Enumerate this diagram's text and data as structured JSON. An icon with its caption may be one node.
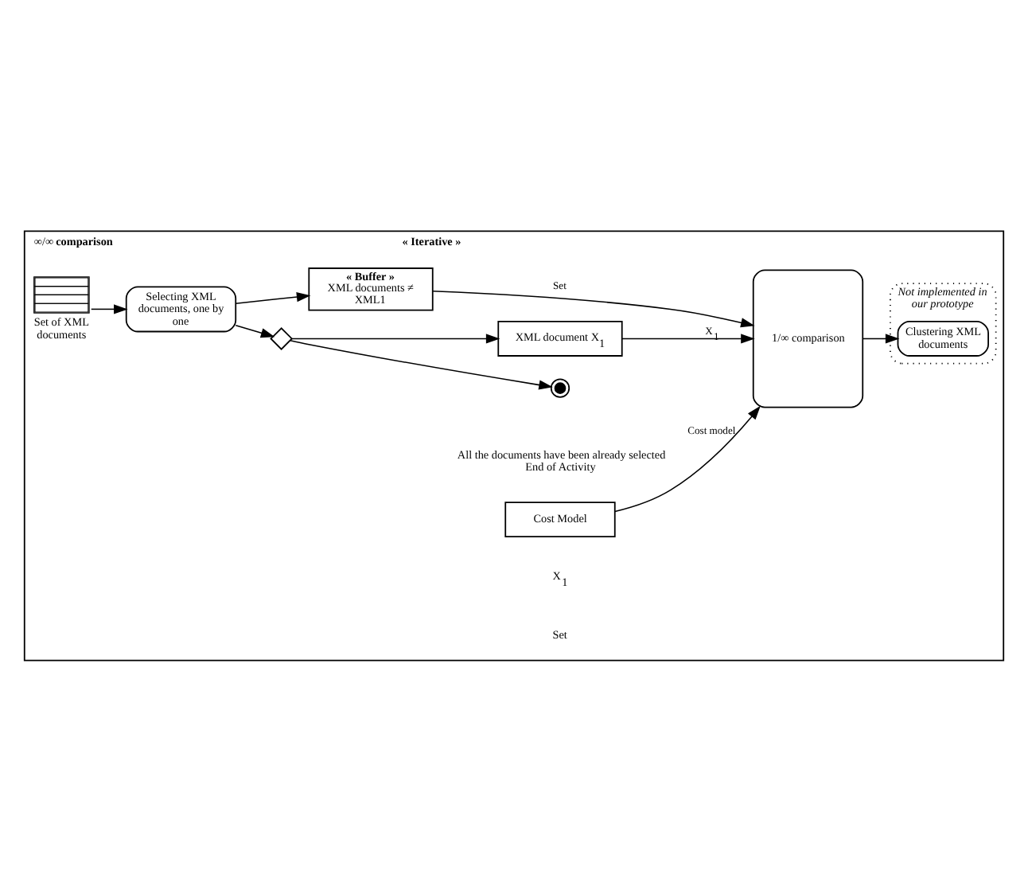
{
  "diagram": {
    "nodes": [
      {
        "text": [
          "∞/∞ **comparison**",
          "« Iterative »"
        ]
      },
      {
        "text": [
          "Set of XML documents"
        ],
        "in": 0
      },
      {
        "text": [
          "Selecting XML documents, one by one"
        ],
        "in": 0
      },
      {
        "text": [],
        "shape": "diamond",
        "in": 0
      },
      {
        "text": [],
        "shape": "circle",
        "in": 0,
        "beside": [
          "All the documents have been already selected",
          "End of Activity"
        ]
      },
      {
        "text": [
          "XML document X$_{1}$"
        ],
        "in": 0
      },
      {
        "text": [
          "« Buffer »",
          "XML documents ≠ XML1"
        ],
        "in": 0
      },
      {
        "text": [
          "Cost Model"
        ],
        "in": 0
      },
      {
        "text": [
          "1/∞ comparison"
        ],
        "in": 0
      },
      {
        "text": [
          "Not implemented in our prototype"
        ],
        "in": 0
      },
      {
        "text": [
          "Clustering XML documents"
        ],
        "in": 9
      }
    ],
    "edges": [
      {
        "from": 1,
        "to": 2,
        "arrow": "to"
      },
      {
        "from": 2,
        "to": 3,
        "arrow": "to"
      },
      {
        "from": 3,
        "to": 4,
        "arrow": "to"
      },
      {
        "from": 3,
        "to": 5,
        "arrow": "to"
      },
      {
        "from": 2,
        "to": 6,
        "arrow": "to"
      },
      {
        "from": 5,
        "to": 8,
        "label": "X$_{1}$",
        "arrow": "to"
      },
      {
        "from": 6,
        "to": 8,
        "label": "Set",
        "arrow": "to"
      },
      {
        "from": 7,
        "to": 8,
        "label": "Cost model",
        "arrow": "to"
      },
      {
        "from": 8,
        "to": 10,
        "arrow": "to"
      }
    ],
    "labels": [
      "X$_{1}$",
      "Set"
    ]
  }
}
